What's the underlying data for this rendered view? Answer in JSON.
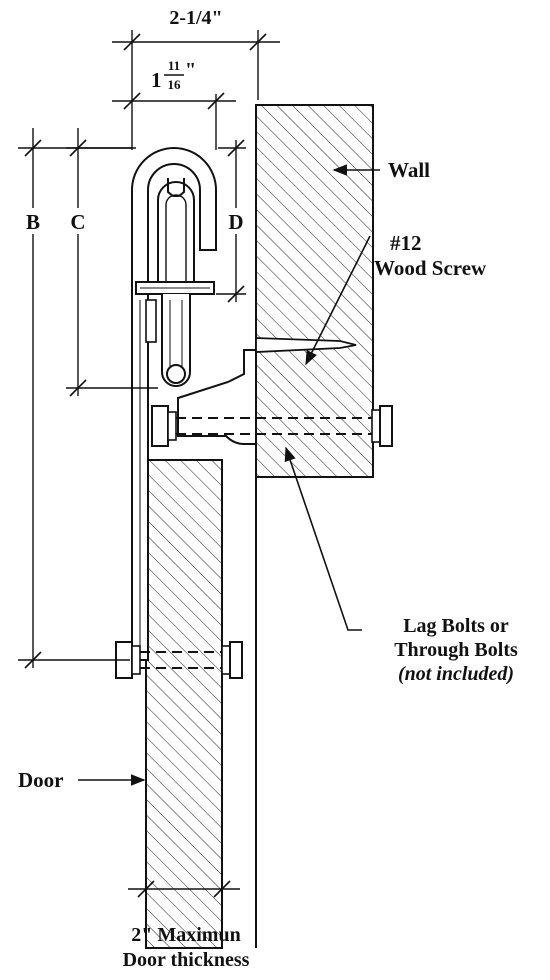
{
  "dimensions": {
    "overall_width": "2-1/4\"",
    "inner_width_whole": "1",
    "inner_width_num": "11",
    "inner_width_den": "16",
    "inner_width_unit": "\""
  },
  "letters": {
    "b": "B",
    "c": "C",
    "d": "D"
  },
  "labels": {
    "wall": "Wall",
    "screw_line1": "#12",
    "screw_line2": "Wood Screw",
    "bolts_line1": "Lag Bolts or",
    "bolts_line2": "Through Bolts",
    "bolts_line3": "(not included)",
    "door": "Door",
    "thickness_line1": "2\" Maximun",
    "thickness_line2": "Door thickness"
  }
}
